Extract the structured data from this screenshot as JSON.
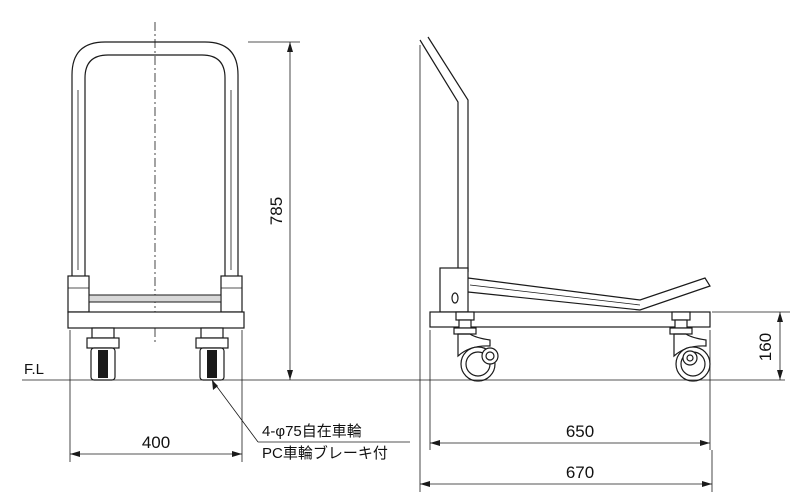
{
  "floor_label": "F.L",
  "dimensions": {
    "height_total": "785",
    "width_front": "400",
    "deck_length": "650",
    "total_length": "670",
    "deck_height": "160"
  },
  "callout": {
    "line1": "4-φ75自在車輪",
    "line2": "PC車輪ブレーキ付"
  }
}
